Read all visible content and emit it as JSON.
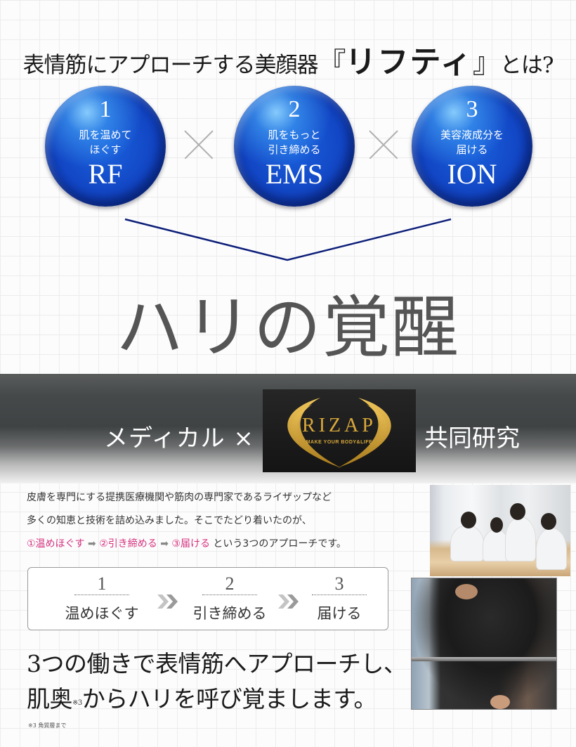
{
  "header": {
    "title_prefix": "表情筋にアプローチする美顔器",
    "bracket_open": "『",
    "brand": "リフティ",
    "bracket_close": "』",
    "title_suffix": "とは?"
  },
  "technologies": [
    {
      "number": "1",
      "desc_line1": "肌を温めて",
      "desc_line2": "ほぐす",
      "abbr": "RF"
    },
    {
      "number": "2",
      "desc_line1": "肌をもっと",
      "desc_line2": "引き締める",
      "abbr": "EMS"
    },
    {
      "number": "3",
      "desc_line1": "美容液成分を",
      "desc_line2": "届ける",
      "abbr": "ION"
    }
  ],
  "operator_symbol": "×",
  "result_title": "ハリの覚醒",
  "collab_band": {
    "left_text": "メディカル ×",
    "logo_word": "RIZAP",
    "logo_tagline": "MAKE YOUR BODY&LIFE",
    "right_text": "共同研究"
  },
  "body": {
    "line1": "皮膚を専門にする提携医療機関や筋肉の専門家であるライザップなど",
    "line2": "多くの知恵と技術を詰め込みました。そこでたどり着いたのが、",
    "step1": "①温めほぐす",
    "step2": "②引き締める",
    "step3": "③届ける",
    "arrow": "➡",
    "line3_suffix": "という3つのアプローチです。"
  },
  "steps": [
    {
      "number": "1",
      "label": "温めほぐす"
    },
    {
      "number": "2",
      "label": "引き締める"
    },
    {
      "number": "3",
      "label": "届ける"
    }
  ],
  "headline": {
    "line1": "3つの働きで表情筋へアプローチし、",
    "line2_prefix": "肌奥",
    "note_mark": "※3",
    "line2_suffix": "からハリを呼び覚まします。"
  },
  "footnote": "※3 角質層まで",
  "colors": {
    "orb_blue": "#1246c4",
    "chevron_navy": "#0d1f7a",
    "accent_pink": "#d6317f",
    "logo_gold": "#d8a83a",
    "title_gray": "#555555"
  },
  "images": {
    "lab_photo": "researchers-in-white-coats-at-table",
    "gym_photo": "trainer-spotting-bench-press"
  }
}
